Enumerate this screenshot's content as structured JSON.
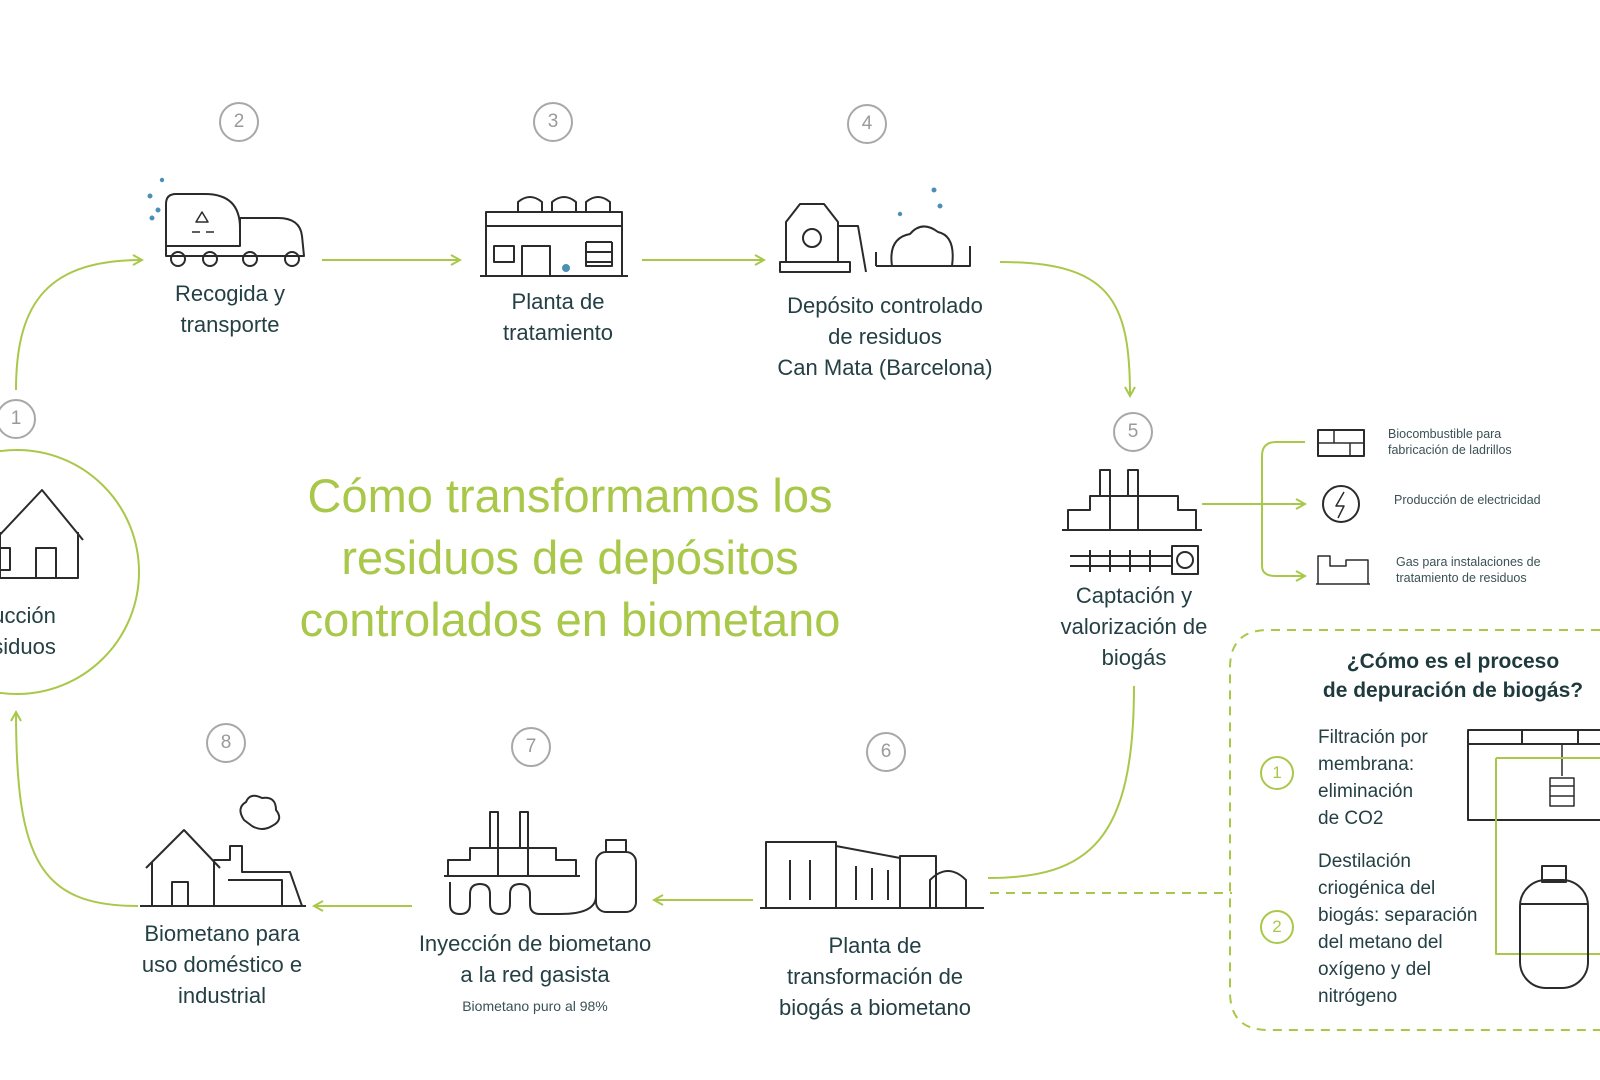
{
  "title": "Cómo transformamos los\nresiduos de depósitos\ncontrolados en biometano",
  "steps": [
    {
      "num": "1",
      "label": "ducción\nesiduos",
      "icon": "house-icon"
    },
    {
      "num": "2",
      "label": "Recogida y\ntransporte",
      "icon": "garbage-truck-icon"
    },
    {
      "num": "3",
      "label": "Planta de\ntratamiento",
      "icon": "treatment-plant-icon"
    },
    {
      "num": "4",
      "label": "Depósito controlado\nde residuos\nCan Mata (Barcelona)",
      "icon": "landfill-bulldozer-icon"
    },
    {
      "num": "5",
      "label": "Captación y\nvalorización de\nbiogás",
      "icon": "biogas-capture-icon"
    },
    {
      "num": "6",
      "label": "Planta de\ntransformación de\nbiogás a biometano",
      "icon": "biomethane-plant-icon"
    },
    {
      "num": "7",
      "label": "Inyección de biometano\na la red gasista",
      "sublabel": "Biometano puro al 98%",
      "icon": "gas-grid-injection-icon"
    },
    {
      "num": "8",
      "label": "Biometano para\nuso doméstico e\nindustrial",
      "icon": "house-factory-icon"
    }
  ],
  "outputs": [
    {
      "label": "Biocombustible para\nfabricación de ladrillos",
      "icon": "bricks-icon"
    },
    {
      "label": "Producción de electricidad",
      "icon": "electricity-icon"
    },
    {
      "label": "Gas para instalaciones de\ntratamiento de residuos",
      "icon": "facility-icon"
    }
  ],
  "process_box": {
    "title": "¿Cómo es el proceso\nde depuración de biogás?",
    "steps": [
      {
        "num": "1",
        "label": "Filtración por\nmembrana:\neliminación\nde CO2",
        "icon": "membrane-filter-icon"
      },
      {
        "num": "2",
        "label": "Destilación\ncriogénica del\nbiogás: separación\ndel metano del\noxígeno y del\nnitrógeno",
        "icon": "cryogenic-tank-icon"
      }
    ]
  },
  "colors": {
    "accent": "#a9c84a",
    "text": "#244045",
    "number_ring": "#a8a8a8",
    "icon_stroke": "#2b2b2b"
  }
}
